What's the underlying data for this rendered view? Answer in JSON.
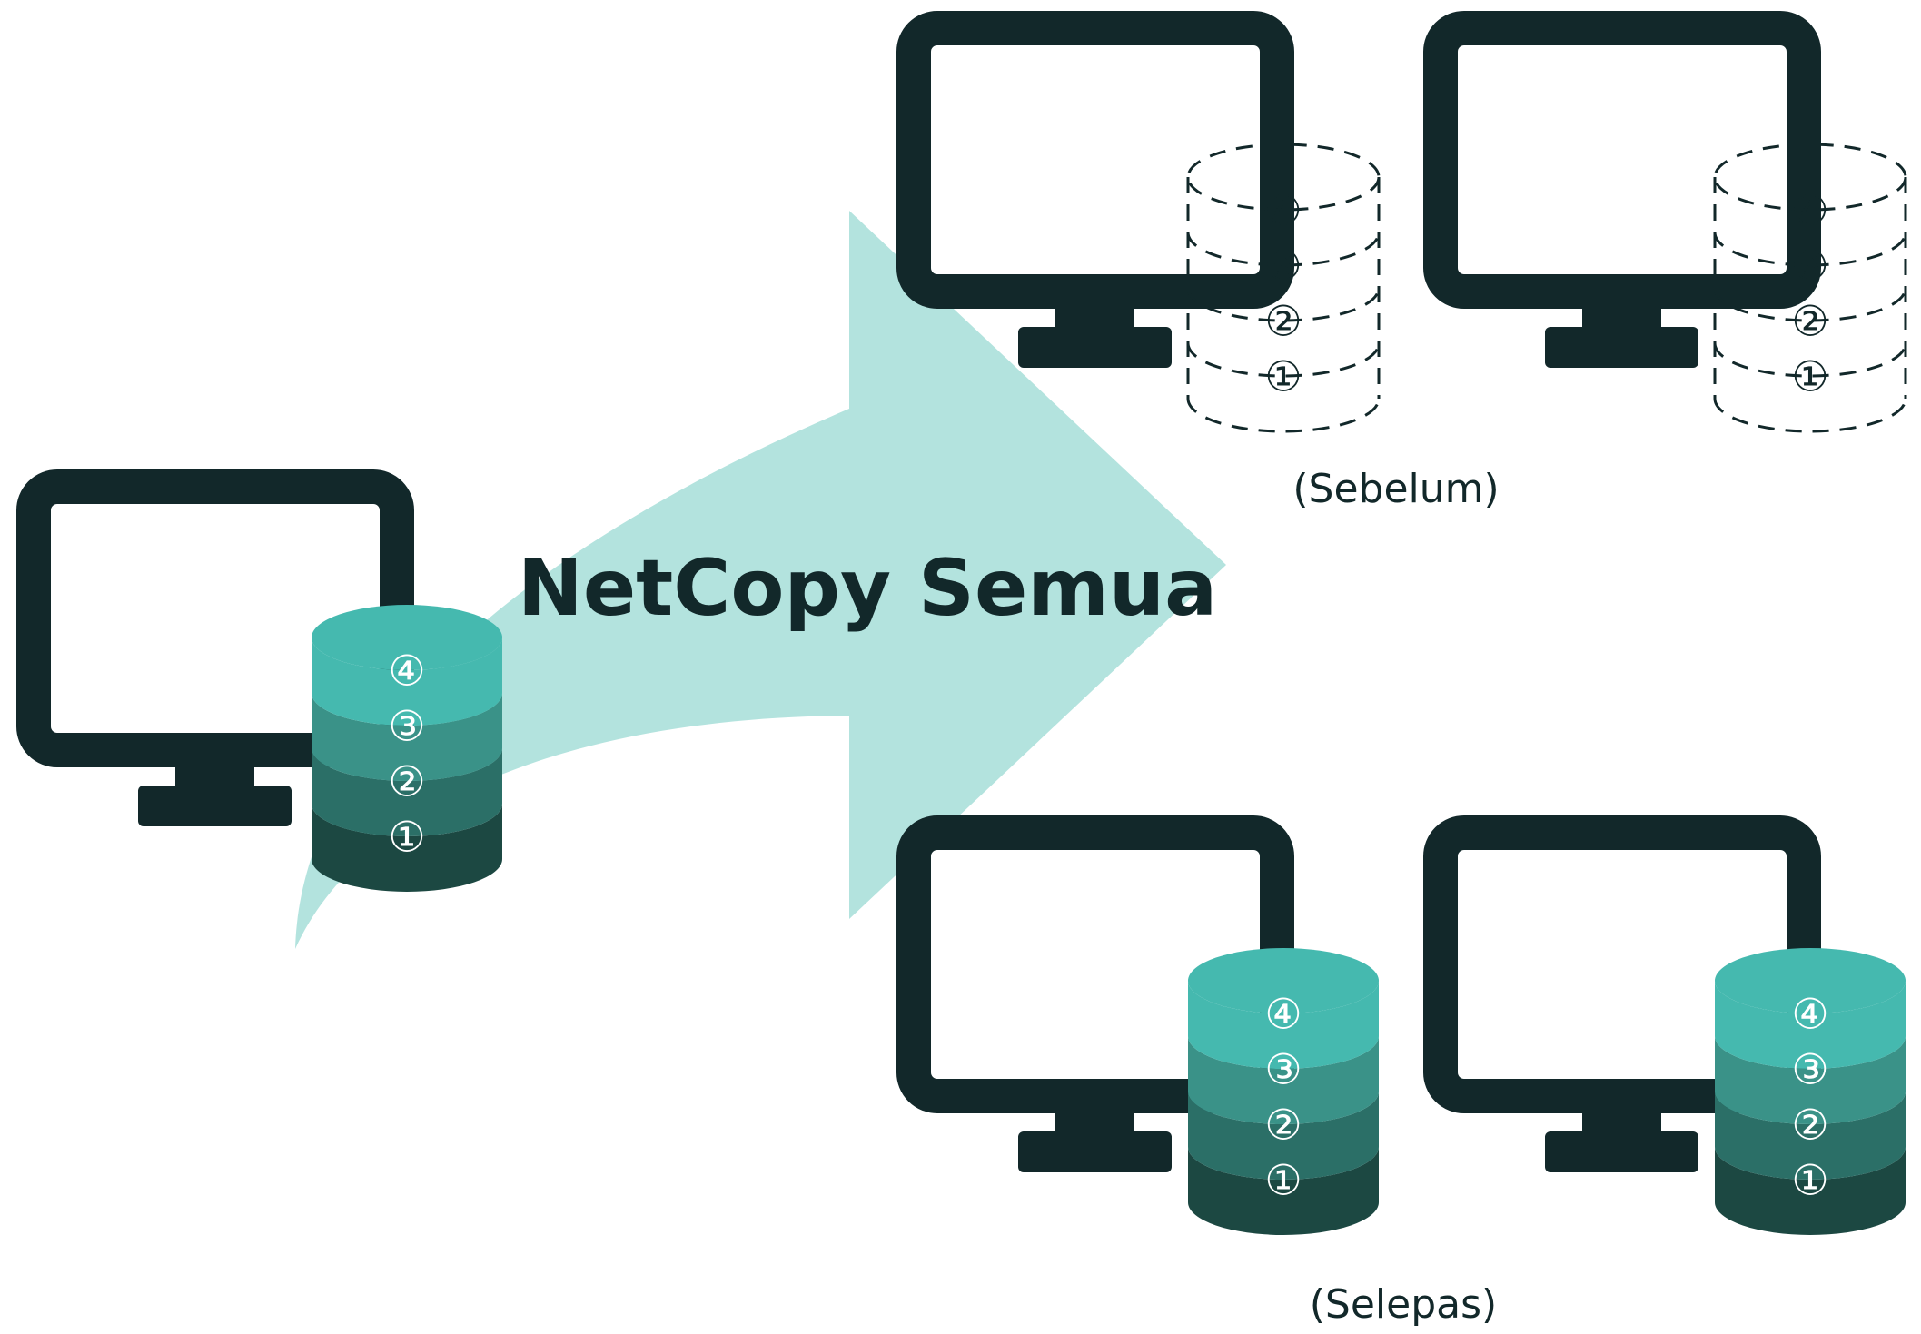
{
  "title": "NetCopy Semua",
  "before_label": "(Sebelum)",
  "after_label": "(Selepas)",
  "layer_labels": [
    "①",
    "②",
    "③",
    "④"
  ],
  "colors": {
    "monitor": "#12282a",
    "arrow": "#b3e3de",
    "layer_1": "#1c4842",
    "layer_2": "#2b6f67",
    "layer_3": "#3a9288",
    "layer_4": "#45b9af",
    "dashed_stroke": "#12282a"
  },
  "icons": {
    "monitor": "monitor-icon",
    "database": "database-stack-icon",
    "arrow": "curved-arrow-icon"
  }
}
